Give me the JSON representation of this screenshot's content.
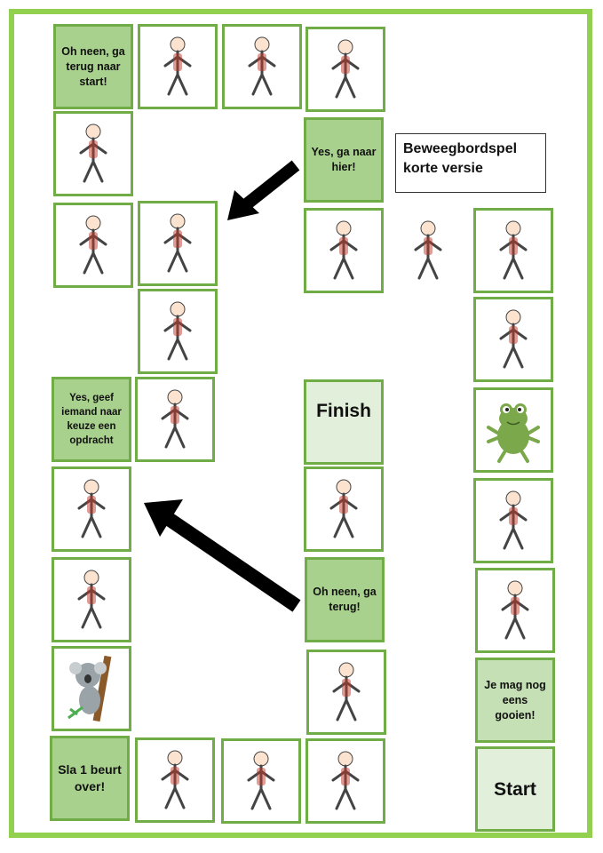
{
  "title": "Beweegbordspel korte versie",
  "tiles": {
    "back_to_start": "Oh neen, ga terug naar start!",
    "go_here": "Yes, ga naar hier!",
    "give_task": "Yes, geef iemand naar keuze een opdracht",
    "finish": "Finish",
    "go_back": "Oh neen, ga terug!",
    "throw_again": "Je mag nog eens gooien!",
    "skip_turn": "Sla 1 beurt over!",
    "start": "Start"
  },
  "colors": {
    "frame": "#92d050",
    "tile_border": "#70ad47",
    "dark": "#a9d18e",
    "mid": "#c5e0b4",
    "light": "#e2efda"
  }
}
